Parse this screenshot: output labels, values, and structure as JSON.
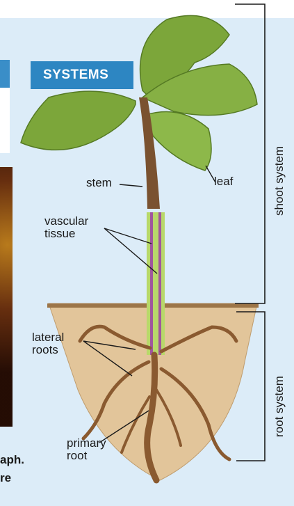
{
  "section_tab": "SYSTEMS",
  "labels": {
    "leaf": "leaf",
    "stem": "stem",
    "vascular_tissue": "vascular\ntissue",
    "lateral_roots": "lateral\nroots",
    "primary_root": "primary\nroot"
  },
  "brackets": {
    "shoot_system": "shoot system",
    "root_system": "root system"
  },
  "caption_fragment": "aph.\nre",
  "colors": {
    "background": "#dcecf8",
    "tab": "#2d86c2",
    "leaf": "#7ca63a",
    "stem": "#7a5230",
    "soil": "#e2c59a",
    "vascular": "#9acd32",
    "vascular_stripe": "#a0569e"
  }
}
